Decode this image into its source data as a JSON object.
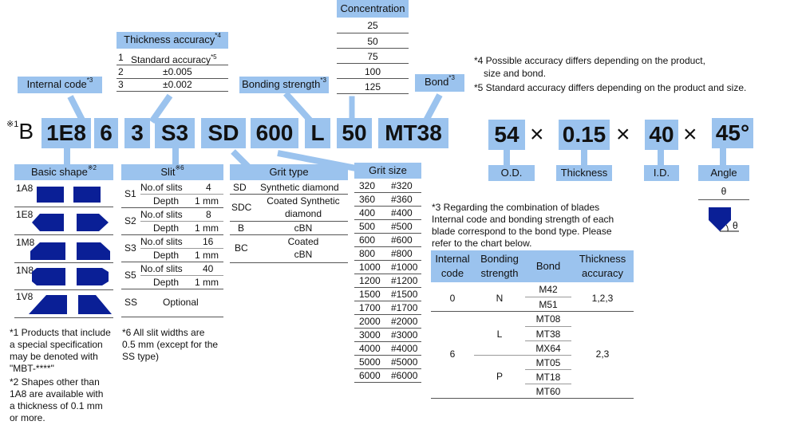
{
  "headers": {
    "concentration": "Concentration",
    "thickness_accuracy": "Thickness accuracy",
    "thickness_accuracy_note": "*4",
    "internal_code": "Internal code",
    "internal_code_note": "*3",
    "bonding_strength": "Bonding strength",
    "bonding_strength_note": "*3",
    "bond": "Bond",
    "bond_note": "*3"
  },
  "concentration_values": [
    "25",
    "50",
    "75",
    "100",
    "125"
  ],
  "thickness_accuracy_rows": [
    {
      "key": "1",
      "value": "Standard accuracy",
      "note": "*5"
    },
    {
      "key": "2",
      "value": "±0.005"
    },
    {
      "key": "3",
      "value": "±0.002"
    }
  ],
  "top_notes": {
    "note4_line1": "*4 Possible accuracy differs depending on the product,",
    "note4_line2": "size and bond.",
    "note5": "*5 Standard accuracy differs depending on the product and size."
  },
  "code_line": {
    "prefix_mark": "※1",
    "prefix_letter": "B",
    "parts": [
      "1E8",
      "6",
      "3",
      "S3",
      "SD",
      "600",
      "L",
      "50",
      "MT38"
    ],
    "dims": [
      "54",
      "0.15",
      "40",
      "45°"
    ],
    "times": "×"
  },
  "dim_labels": {
    "od": "O.D.",
    "thickness": "Thickness",
    "id": "I.D.",
    "angle": "Angle",
    "theta": "θ"
  },
  "basic_shape": {
    "header": "Basic shape",
    "note": "※2",
    "items": [
      "1A8",
      "1E8",
      "1M8",
      "1N8",
      "1V8"
    ]
  },
  "slit": {
    "header": "Slit",
    "note": "※6",
    "rows": [
      {
        "code": "S1",
        "n_label": "No.of slits",
        "n_value": "4",
        "d_label": "Depth",
        "d_value": "1 mm"
      },
      {
        "code": "S2",
        "n_label": "No.of slits",
        "n_value": "8",
        "d_label": "Depth",
        "d_value": "1 mm"
      },
      {
        "code": "S3",
        "n_label": "No.of slits",
        "n_value": "16",
        "d_label": "Depth",
        "d_value": "1 mm"
      },
      {
        "code": "S5",
        "n_label": "No.of slits",
        "n_value": "40",
        "d_label": "Depth",
        "d_value": "1 mm"
      }
    ],
    "ss_code": "SS",
    "ss_value": "Optional"
  },
  "grit_type": {
    "header": "Grit type",
    "rows": [
      {
        "code": "SD",
        "value": "Synthetic diamond"
      },
      {
        "code": "SDC",
        "value": "Coated Synthetic diamond",
        "value_line1": "Coated Synthetic",
        "value_line2": "diamond"
      },
      {
        "code": "B",
        "value": "cBN"
      },
      {
        "code": "BC",
        "value": "Coated cBN",
        "value_line1": "Coated",
        "value_line2": "cBN"
      }
    ]
  },
  "grit_size": {
    "header": "Grit size",
    "rows": [
      [
        "320",
        "#320"
      ],
      [
        "360",
        "#360"
      ],
      [
        "400",
        "#400"
      ],
      [
        "500",
        "#500"
      ],
      [
        "600",
        "#600"
      ],
      [
        "800",
        "#800"
      ],
      [
        "1000",
        "#1000"
      ],
      [
        "1200",
        "#1200"
      ],
      [
        "1500",
        "#1500"
      ],
      [
        "1700",
        "#1700"
      ],
      [
        "2000",
        "#2000"
      ],
      [
        "3000",
        "#3000"
      ],
      [
        "4000",
        "#4000"
      ],
      [
        "5000",
        "#5000"
      ],
      [
        "6000",
        "#6000"
      ]
    ]
  },
  "note3": {
    "lines": [
      "*3 Regarding the combination of blades",
      "Internal code and bonding strength of each",
      "blade correspond to the bond type. Please",
      "refer to the chart below."
    ]
  },
  "bond_table": {
    "headers": {
      "internal_code_1": "Internal",
      "internal_code_2": "code",
      "bonding_1": "Bonding",
      "bonding_2": "strength",
      "bond": "Bond",
      "thick_1": "Thickness",
      "thick_2": "accuracy"
    },
    "group0": {
      "code": "0",
      "strength": "N",
      "bonds": [
        "M42",
        "M51"
      ],
      "accuracy": "1,2,3"
    },
    "group6": {
      "code": "6",
      "strength_l": "L",
      "bonds_l": [
        "MT08",
        "MT38",
        "MX64"
      ],
      "strength_p": "P",
      "bonds_p": [
        "MT05",
        "MT18",
        "MT60"
      ],
      "accuracy": "2,3"
    }
  },
  "bottom_notes": {
    "note1": [
      "*1 Products that include",
      "a special specification",
      "may be denoted with",
      "\"MBT-****\""
    ],
    "note2": [
      "*2 Shapes other than",
      "1A8 are available with",
      "a thickness of  0.1 mm",
      "or more."
    ],
    "note6": [
      "*6 All slit widths are",
      "0.5 mm (except for the",
      "SS type)"
    ]
  },
  "colors": {
    "header_bg": "#9bc3ee",
    "shape_fill": "#0a1f96",
    "angle_fill": "#0a1f96"
  }
}
